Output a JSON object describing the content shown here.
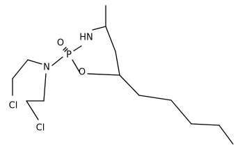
{
  "molecule": {
    "atoms": {
      "phosphorus": "P",
      "carbonyl_oxygen": "O",
      "ring_nitrogen": "HN",
      "ring_oxygen": "O",
      "amine_nitrogen": "N",
      "chlorine_upper": "Cl",
      "chlorine_lower": "Cl"
    }
  }
}
